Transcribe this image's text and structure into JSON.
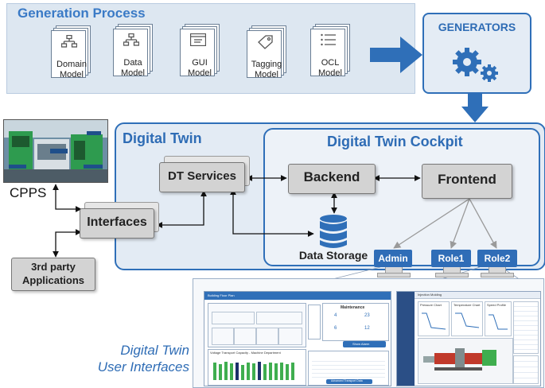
{
  "generation": {
    "title": "Generation Process",
    "models": [
      {
        "label": "Domain\nModel",
        "icon": "hierarchy-icon"
      },
      {
        "label": "Data\nModel",
        "icon": "hierarchy-icon"
      },
      {
        "label": "GUI\nModel",
        "icon": "window-icon"
      },
      {
        "label": "Tagging\nModel",
        "icon": "tag-icon"
      },
      {
        "label": "OCL\nModel",
        "icon": "list-icon"
      }
    ],
    "generators_label": "GENERATORS"
  },
  "digital_twin": {
    "title": "Digital Twin",
    "cockpit_title": "Digital Twin Cockpit",
    "dt_services": "DT Services",
    "backend": "Backend",
    "frontend": "Frontend",
    "interfaces": "Interfaces",
    "data_storage": "Data Storage",
    "roles": [
      "Admin",
      "Role1",
      "Role2"
    ]
  },
  "external": {
    "cpps": "CPPS",
    "third_party": "3rd party\nApplications"
  },
  "user_interfaces_label": "Digital Twin\nUser Interfaces",
  "screen1": {
    "title": "Building Floor Plan",
    "maintenance_title": "Maintenance",
    "maintenance_values": [
      "4",
      "23",
      "6",
      "12"
    ],
    "chart_title": "Voltage Transport Capacity - Machine Department",
    "button_label": "Show Alarm",
    "bottom_button": "Advanced Transport Data"
  },
  "screen2": {
    "title": "Injection Molding",
    "panel_titles": [
      "Pressure Chart",
      "Temperature Chart",
      "Speed Profile"
    ]
  },
  "colors": {
    "accent": "#2f6fb8",
    "panel": "#dde7f1",
    "box": "#d3d3d3",
    "title": "#3a7ac6"
  }
}
